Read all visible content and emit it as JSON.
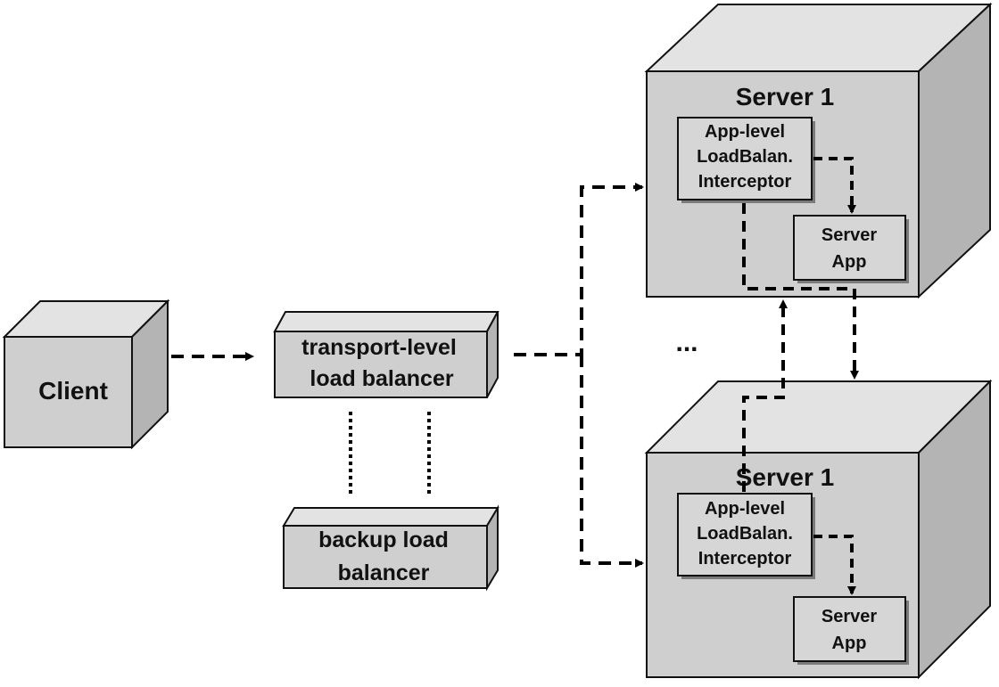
{
  "colors": {
    "face": "#cfcfcf",
    "top": "#e3e3e3",
    "side": "#b4b4b4",
    "stroke": "#111111",
    "line": "#000000",
    "background": "#ffffff"
  },
  "client": {
    "label": "Client"
  },
  "transport_balancer": {
    "line1": "transport-level",
    "line2": "load balancer"
  },
  "backup_balancer": {
    "line1": "backup load",
    "line2": "balancer"
  },
  "ellipsis": "...",
  "server_top": {
    "title": "Server 1",
    "interceptor": {
      "line1": "App-level",
      "line2": "LoadBalan.",
      "line3": "Interceptor"
    },
    "app": {
      "line1": "Server",
      "line2": "App"
    }
  },
  "server_bottom": {
    "title": "Server 1",
    "interceptor": {
      "line1": "App-level",
      "line2": "LoadBalan.",
      "line3": "Interceptor"
    },
    "app": {
      "line1": "Server",
      "line2": "App"
    }
  }
}
